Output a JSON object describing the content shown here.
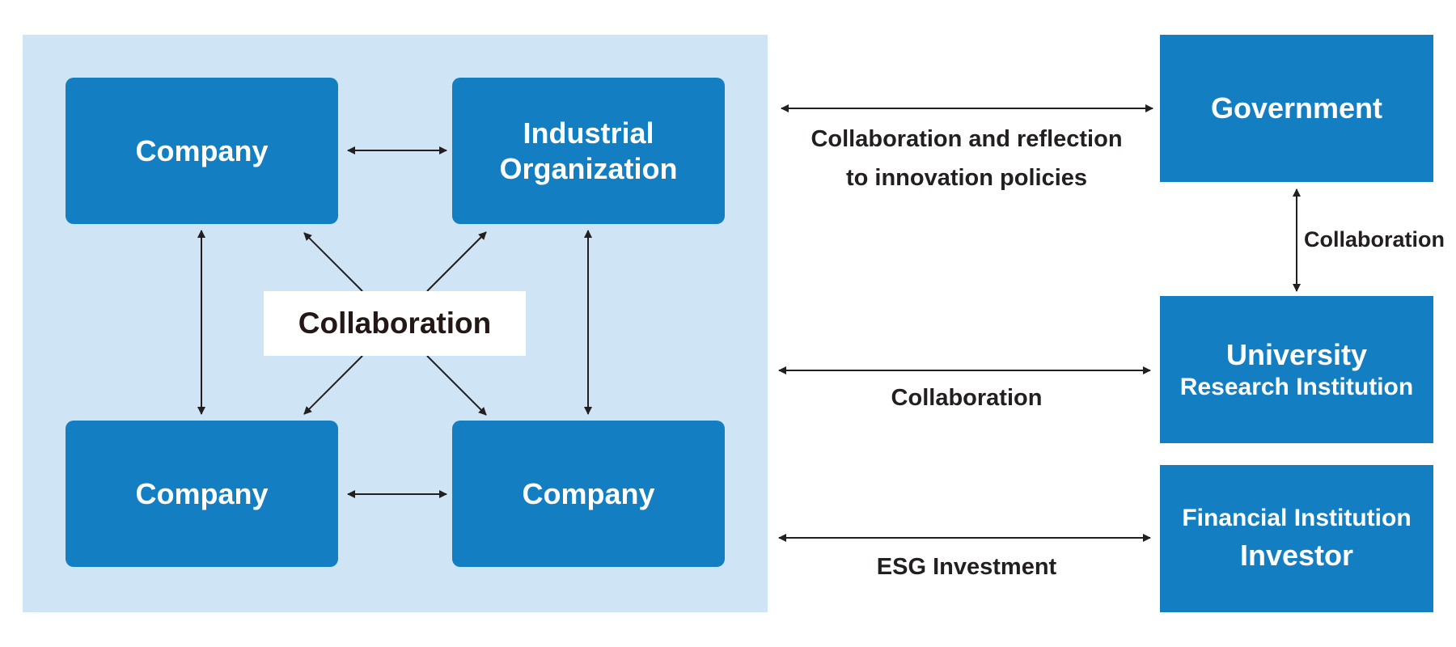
{
  "diagram": {
    "cluster": {
      "company_top_left": "Company",
      "industrial_org_line1": "Industrial",
      "industrial_org_line2": "Organization",
      "company_bottom_left": "Company",
      "company_bottom_right": "Company",
      "center_label": "Collaboration"
    },
    "right_column": {
      "government": "Government",
      "university_line1": "University",
      "university_line2": "Research Institution",
      "financial_line1": "Financial Institution",
      "financial_line2": "Investor"
    },
    "edge_labels": {
      "government_line1": "Collaboration and reflection",
      "government_line2": "to innovation policies",
      "university": "Collaboration",
      "financial": "ESG Investment",
      "gov_university": "Collaboration"
    },
    "colors": {
      "box": "#137fc2",
      "panel": "#cfe5f6",
      "arrow": "#231f20"
    }
  }
}
